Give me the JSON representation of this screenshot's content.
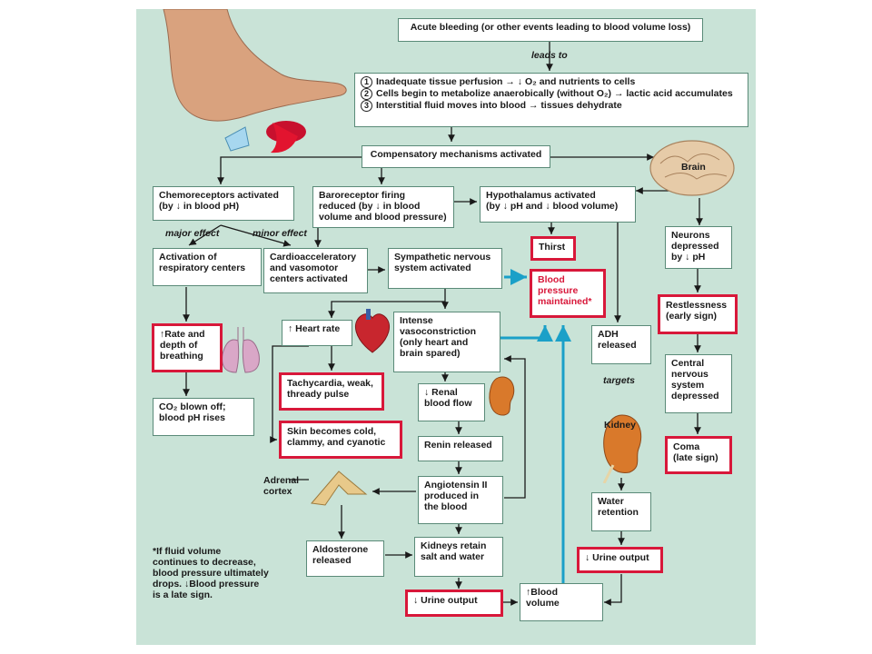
{
  "colors": {
    "panel": "#c9e3d7",
    "border": "#5a8a78",
    "highlight": "#d8183a",
    "arrow_blue": "#1aa0c8"
  },
  "top_box": "Acute bleeding (or other events leading to blood volume loss)",
  "leads_to": "leads to",
  "effects": [
    {
      "num": "1",
      "text": "Inadequate tissue perfusion → ↓ O₂ and nutrients to cells"
    },
    {
      "num": "2",
      "text": "Cells begin to metabolize anaerobically (without O₂) → lactic acid accumulates"
    },
    {
      "num": "3",
      "text": "Interstitial fluid moves into blood → tissues dehydrate"
    }
  ],
  "compensatory": "Compensatory mechanisms activated",
  "brain_label": "Brain",
  "chemoreceptors": "Chemoreceptors activated\n(by ↓ in blood pH)",
  "major_effect": "major effect",
  "minor_effect": "minor effect",
  "respiratory": "Activation of\nrespiratory centers",
  "rate_depth": "↑Rate and\ndepth of\nbreathing",
  "co2": "CO₂ blown off;\nblood pH rises",
  "baroreceptor": "Baroreceptor firing\nreduced (by ↓ in blood\nvolume and blood pressure)",
  "hypothalamus": "Hypothalamus activated\n(by ↓ pH and ↓ blood volume)",
  "thirst": "Thirst",
  "neurons": "Neurons\ndepressed\nby ↓ pH",
  "cardio": "Cardioacceleratory\nand vasomotor\ncenters activated",
  "sympathetic": "Sympathetic nervous\nsystem activated",
  "bp_maintained": "Blood\npressure\nmaintained*",
  "heart_rate": "↑ Heart rate",
  "vasoconstriction": "Intense\nvasoconstriction\n(only heart and\nbrain spared)",
  "tachycardia": "Tachycardia, weak,\nthready pulse",
  "skin": "Skin becomes cold,\nclammy, and cyanotic",
  "renal": "↓ Renal\nblood flow",
  "renin": "Renin released",
  "angiotensin": "Angiotensin II\nproduced in\nthe blood",
  "adrenal": "Adrenal\ncortex",
  "aldosterone": "Aldosterone\nreleased",
  "kidneys_retain": "Kidneys retain\nsalt and water",
  "urine_left": "↓ Urine output",
  "blood_volume": "↑Blood\nvolume",
  "adh": "ADH\nreleased",
  "targets": "targets",
  "kidney_label": "Kidney",
  "water": "Water\nretention",
  "urine_right": "↓ Urine output",
  "restlessness": "Restlessness\n(early sign)",
  "cns": "Central\nnervous\nsystem\ndepressed",
  "coma": "Coma\n(late sign)",
  "footnote": "*If fluid volume\ncontinues to decrease,\nblood pressure ultimately\ndrops. ↓Blood pressure\nis a late sign."
}
